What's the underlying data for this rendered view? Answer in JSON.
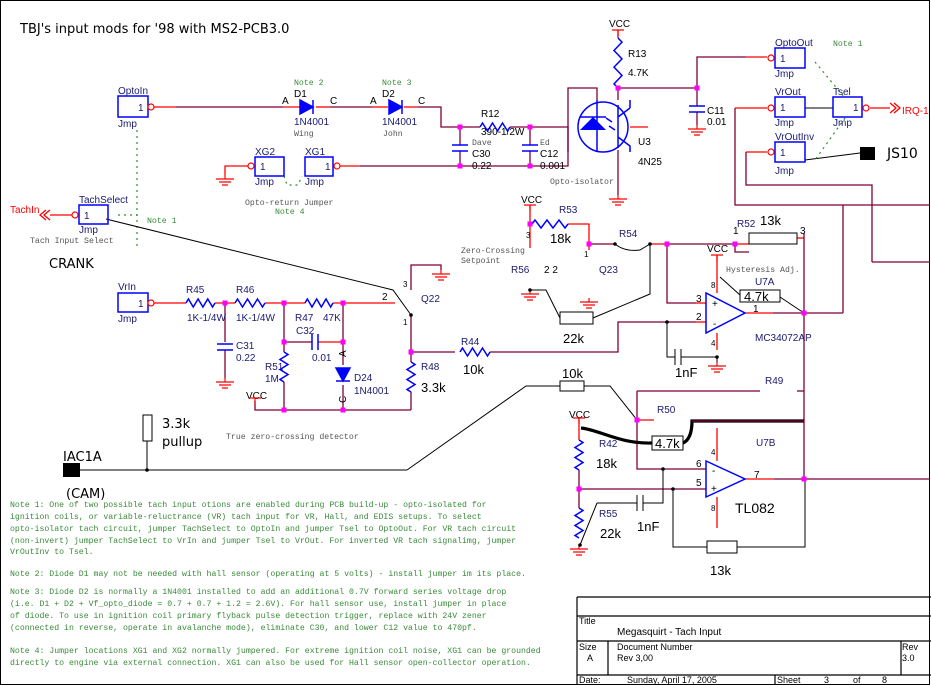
{
  "header": {
    "title": "TBJ's input mods for '98 with MS2-PCB3.0"
  },
  "colors": {
    "wire": "#7f0037",
    "pin": "#ff0000",
    "component": "#0000ff",
    "junction": "#ff00ff",
    "note": "#3a8a3a"
  },
  "jumpers": {
    "optoin": {
      "name": "OptoIn",
      "pin": "1",
      "type": "Jmp"
    },
    "xg2": {
      "name": "XG2",
      "pin": "1",
      "type": "Jmp"
    },
    "xg1": {
      "name": "XG1",
      "pin": "1",
      "type": "Jmp"
    },
    "tachselect": {
      "name": "TachSelect",
      "pin": "1",
      "type": "Jmp",
      "caption": "Tach Input Select"
    },
    "vrin": {
      "name": "VrIn",
      "pin": "1",
      "type": "Jmp"
    },
    "optoout": {
      "name": "OptoOut",
      "pin": "1",
      "type": "Jmp"
    },
    "vrout": {
      "name": "VrOut",
      "pin": "1",
      "type": "Jmp"
    },
    "vroutinv": {
      "name": "VrOutInv",
      "pin": "1",
      "type": "Jmp"
    },
    "tsel": {
      "name": "Tsel",
      "pin": "1",
      "type": "Jmp"
    }
  },
  "nets": {
    "tachin": "TachIn",
    "irq": "IRQ-1",
    "vcc": "VCC",
    "js10": "JS10",
    "iac1a": "IAC1A",
    "cam": "(CAM)",
    "crank": "CRANK"
  },
  "diodes": {
    "d1": {
      "ref": "D1",
      "part": "1N4001",
      "who": "Wing",
      "note": "Note 2",
      "a": "A",
      "c": "C"
    },
    "d2": {
      "ref": "D2",
      "part": "1N4001",
      "who": "John",
      "note": "Note 3",
      "a": "A",
      "c": "C"
    },
    "d24": {
      "ref": "D24",
      "part": "1N4001",
      "a": "A",
      "c": "C"
    }
  },
  "resistors": {
    "r12": {
      "ref": "R12",
      "value": "390-1/2W"
    },
    "r13": {
      "ref": "R13",
      "value": "4.7K"
    },
    "r45": {
      "ref": "R45",
      "value": "1K-1/4W"
    },
    "r46": {
      "ref": "R46",
      "value": "1K-1/4W"
    },
    "r47": {
      "ref": "R47",
      "value": "47K"
    },
    "r51": {
      "ref": "R51",
      "value": "1M"
    },
    "r48": {
      "ref": "R48",
      "value": "3.3k"
    },
    "r44": {
      "ref": "R44",
      "value": "10k"
    },
    "r53": {
      "ref": "R53",
      "value": "18k"
    },
    "r54": {
      "ref": "R54"
    },
    "r56": {
      "ref": "R56",
      "value": "2 2"
    },
    "r52": {
      "ref": "R52",
      "value": "13k",
      "pin1": "1",
      "pin3": "3"
    },
    "r49": {
      "ref": "R49",
      "value": "10k"
    },
    "r50": {
      "ref": "R50",
      "value": "4.7k"
    },
    "r42": {
      "ref": "R42",
      "value": "18k"
    },
    "r55": {
      "ref": "R55",
      "value": "22k"
    },
    "hyst": {
      "value": "4.7k",
      "caption": "Hysteresis Adj."
    },
    "r22k": {
      "value": "22k"
    },
    "fb13k": {
      "value": "13k"
    },
    "pullup": {
      "value": "3.3k",
      "caption": "pullup"
    }
  },
  "capacitors": {
    "c30": {
      "ref": "C30",
      "value": "0.22",
      "who": "Dave"
    },
    "c12": {
      "ref": "C12",
      "value": "0.001",
      "who": "Ed"
    },
    "c11": {
      "ref": "C11",
      "value": "0.01"
    },
    "c31": {
      "ref": "C31",
      "value": "0.22"
    },
    "c32": {
      "ref": "C32",
      "value": "0.01"
    },
    "c_u7a": {
      "value": "1nF"
    },
    "c_u7b": {
      "value": "1nF"
    }
  },
  "ics": {
    "u3": {
      "ref": "U3",
      "part": "4N25",
      "caption": "Opto-isolator"
    },
    "u7a": {
      "ref": "U7A",
      "part": "MC34072AP",
      "pin_plus": "3",
      "pin_minus": "2",
      "pin_out": "1",
      "pin_vcc": "8",
      "pin_gnd": "4"
    },
    "u7b": {
      "ref": "U7B",
      "part": "TL082",
      "pin_minus": "6",
      "pin_plus": "5",
      "pin_out": "7",
      "pin_vcc": "4",
      "pin_gnd": "8"
    },
    "q22": {
      "ref": "Q22",
      "p1": "1",
      "p2": "2",
      "p3": "3"
    },
    "q23": {
      "ref": "Q23",
      "p1": "1",
      "p3": "3"
    }
  },
  "captions": {
    "opto_return": "Opto-return Jumper",
    "note4": "Note 4",
    "note1": "Note 1",
    "note1b": "Note 1",
    "zero_cross_1": "Zero-Crossing",
    "zero_cross_2": "Setpoint",
    "true_zc": "True zero-crossing detector"
  },
  "notes": [
    "Note 1: One of two possible tach input otions are enabled during PCB build-up - opto-isolated for",
    "ignition coils, or variable-reluctrance (VR) tach input for VR, Hall, and EDIS setups. To select",
    "opto-isolator tach circuit, jumper TachSelect to OptoIn and jumper Tsel to OptoOut. For VR tach circuit",
    "(non-invert) jumper TachSelect to VrIn and jumper Tsel to VrOut. For inverted VR tach signalimg, jumper",
    "VrOutInv to Tsel.",
    "Note 2: Diode D1 may not be needed with hall sensor (operating at 5 volts) - install jumper im its place.",
    "Note 3: Diode D2 is normally a 1N4001 installed to add an additional 0.7V forward series voltage drop",
    "(i.e. D1 + D2 + Vf_opto_diode = 0.7 + 0.7 + 1.2 = 2.6V). For hall sensor use, install jumper in place",
    "of diode. To use in ignition coil primary flyback pulse detection trigger, replace with 24V zener",
    "(connected in reverse, operate in avalanche mode), eliminate C30, and lower C12 value to 470pf.",
    "Note 4: Jumper locations XG1 and XG2 normally jumpered. For extreme ignition coil noise, XG1 can be grounded",
    "directly to engine via external connection. XG1 can also be used for Hall sensor open-collector operation."
  ],
  "title_block": {
    "title_label": "Title",
    "title": "Megasquirt - Tach Input",
    "size_label": "Size",
    "size": "A",
    "docnum_label": "Document Number",
    "docnum": "Rev 3,00",
    "rev_label": "Rev",
    "rev": "3.0",
    "date_label": "Date:",
    "date": "Sunday, April 17, 2005",
    "sheet_label": "Sheet",
    "sheet": "3",
    "of_label": "of",
    "sheet_total": "8"
  }
}
